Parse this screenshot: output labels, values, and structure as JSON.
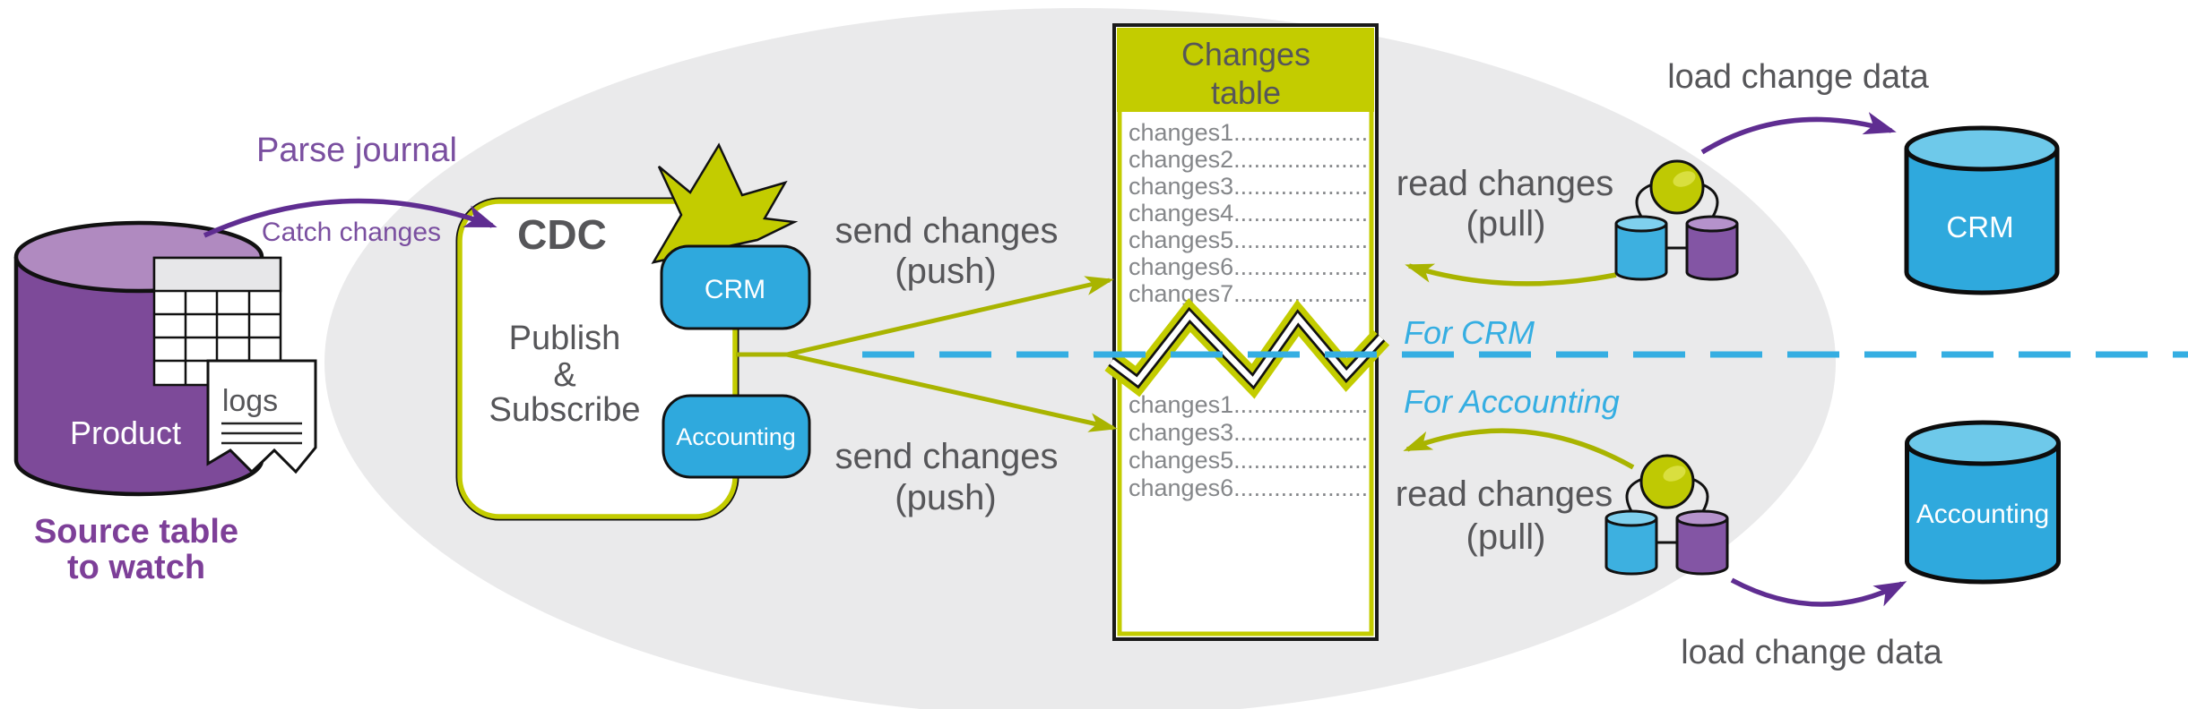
{
  "palette": {
    "chartreuse": "#c3cc00",
    "olive_stroke": "#a9b400",
    "blue": "#2fa9dd",
    "blue_light": "#6ec9ea",
    "dash_blue": "#35aee2",
    "purple_arrow": "#5f2d91",
    "purple_text": "#7a4fa0",
    "purple_caption": "#7d3f98",
    "purple_cylinder": "#7d4a99",
    "purple_cylinder_top": "#b08ac0",
    "icon_blue": "#3db0e0",
    "icon_blue_top": "#7fd0ee",
    "icon_purple": "#8355a4",
    "icon_purple_top": "#b592cb",
    "sphere_green": "#bfc903",
    "sphere_highlight": "#d9df3f",
    "gray_text": "#565659",
    "row_text": "#85878a",
    "ellipse_bg": "#eaeaeb",
    "doc_header_gray": "#e7e7e9"
  },
  "source": {
    "cylinder_label": "Product",
    "doc_label": "logs",
    "caption_line1": "Source table",
    "caption_line2": "to watch",
    "arrow_label": "Parse journal",
    "arrow_sublabel": "Catch changes"
  },
  "cdc": {
    "title": "CDC",
    "body_line1": "Publish",
    "body_line2": "&",
    "body_line3": "Subscribe",
    "output_crm": "CRM",
    "output_accounting": "Accounting"
  },
  "flows": {
    "send_top_line1": "send changes",
    "send_top_line2": "(push)",
    "send_bottom_line1": "send changes",
    "send_bottom_line2": "(push)",
    "read_top_line1": "read changes",
    "read_top_line2": "(pull)",
    "read_bottom_line1": "read changes",
    "read_bottom_line2": "(pull)",
    "load_top": "load change data",
    "load_bottom": "load change data",
    "for_crm": "For CRM",
    "for_accounting": "For Accounting"
  },
  "changes_table": {
    "title_line1": "Changes",
    "title_line2": "table",
    "rows_top": [
      "changes1....................",
      "changes2....................",
      "changes3....................",
      "changes4....................",
      "changes5....................",
      "changes6....................",
      "changes7...................."
    ],
    "rows_bottom": [
      "changes1....................",
      "changes3....................",
      "changes5....................",
      "changes6...................."
    ]
  },
  "targets": {
    "crm": "CRM",
    "accounting": "Accounting"
  }
}
